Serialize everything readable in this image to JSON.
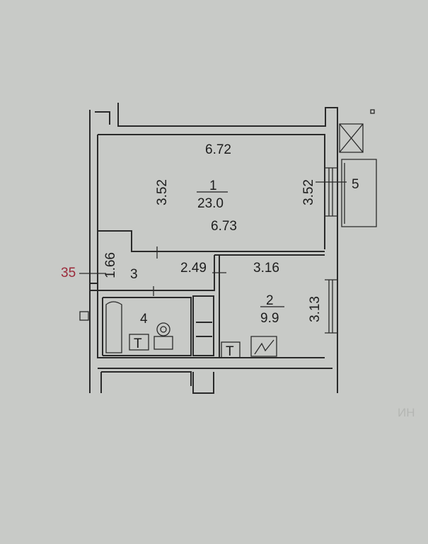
{
  "rooms": [
    {
      "number": "1",
      "area": "23.0",
      "dims": [
        "6.72",
        "3.52",
        "3.52",
        "6.73"
      ]
    },
    {
      "number": "2",
      "area": "9.9",
      "dims": [
        "3.16",
        "3.13"
      ]
    },
    {
      "number": "3",
      "dims": [
        "1.66",
        "2.49"
      ]
    },
    {
      "number": "4"
    },
    {
      "number": "5"
    }
  ],
  "apartment_number": "35",
  "fixture_labels": {
    "tap": "T"
  },
  "watermark": "ИН",
  "colors": {
    "apartment_number": "#9b2a3a",
    "lines": "#2a2a2a",
    "background": "#c8cac7"
  }
}
